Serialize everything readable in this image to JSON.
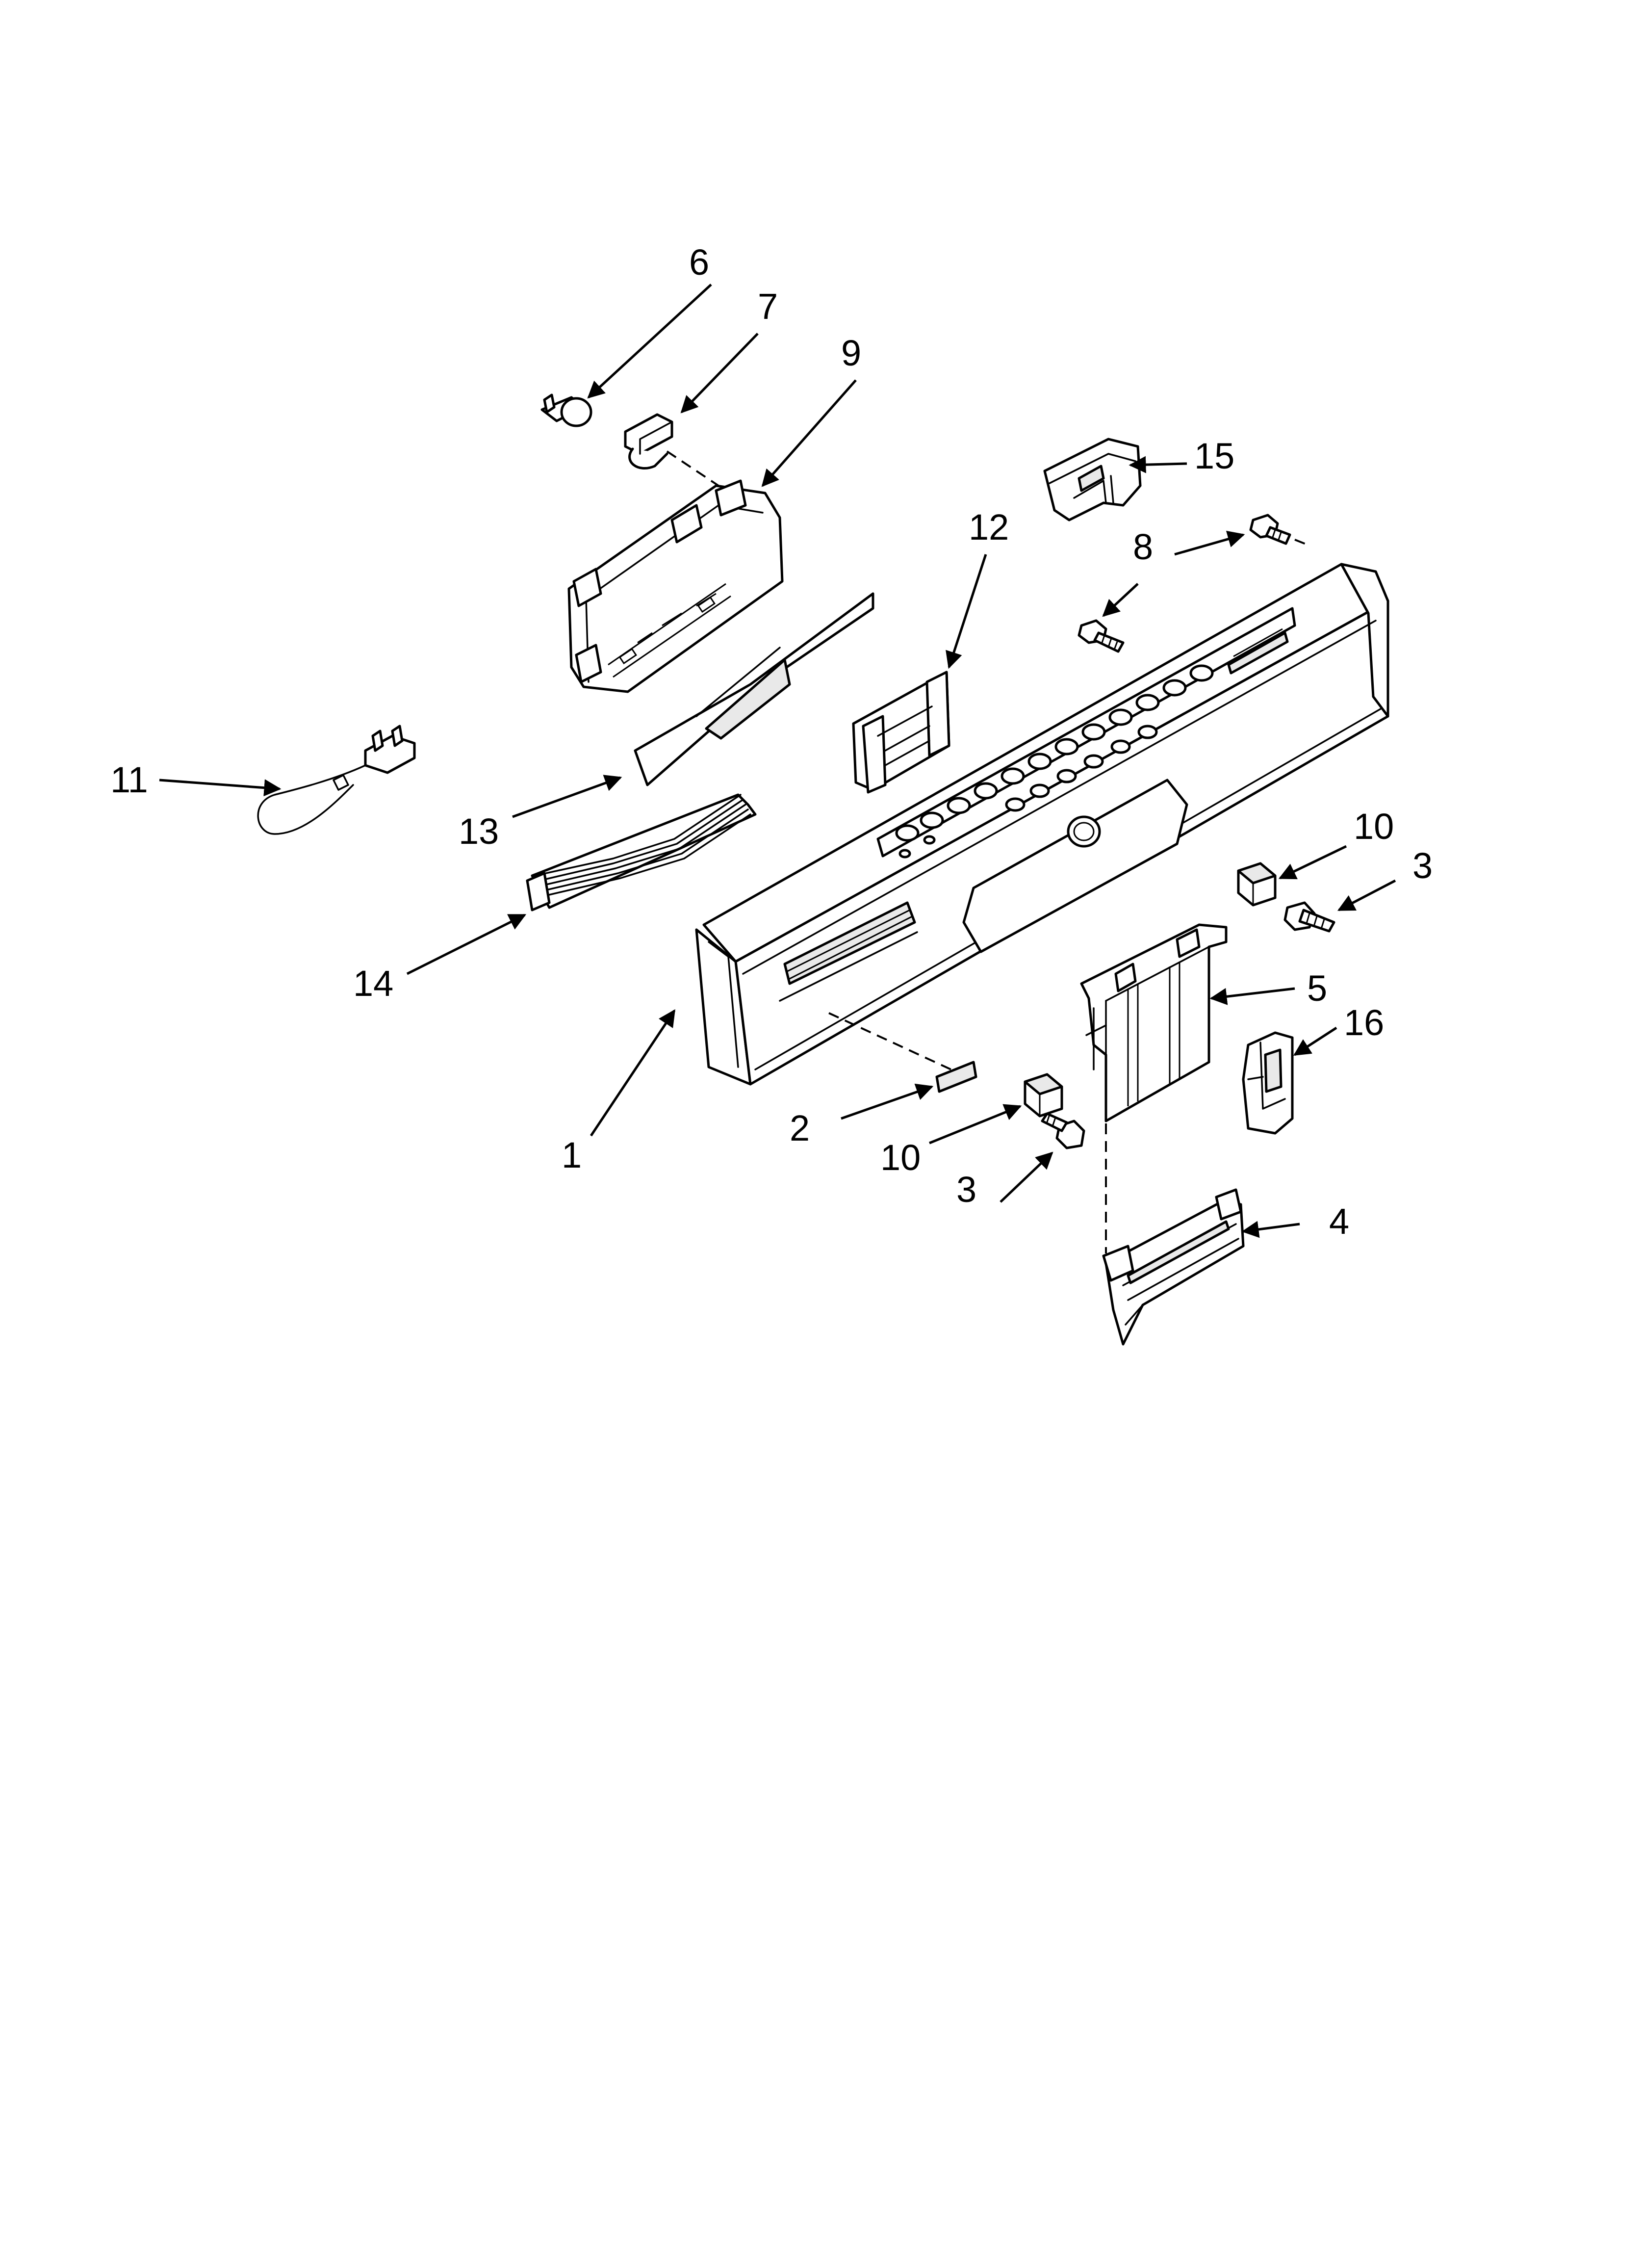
{
  "callouts": [
    {
      "id": "1",
      "label": "1"
    },
    {
      "id": "2",
      "label": "2"
    },
    {
      "id": "3a",
      "label": "3"
    },
    {
      "id": "3b",
      "label": "3"
    },
    {
      "id": "4",
      "label": "4"
    },
    {
      "id": "5",
      "label": "5"
    },
    {
      "id": "6",
      "label": "6"
    },
    {
      "id": "7",
      "label": "7"
    },
    {
      "id": "8",
      "label": "8"
    },
    {
      "id": "9",
      "label": "9"
    },
    {
      "id": "10a",
      "label": "10"
    },
    {
      "id": "10b",
      "label": "10"
    },
    {
      "id": "11",
      "label": "11"
    },
    {
      "id": "12",
      "label": "12"
    },
    {
      "id": "13",
      "label": "13"
    },
    {
      "id": "14",
      "label": "14"
    },
    {
      "id": "15",
      "label": "15"
    },
    {
      "id": "16",
      "label": "16"
    }
  ]
}
